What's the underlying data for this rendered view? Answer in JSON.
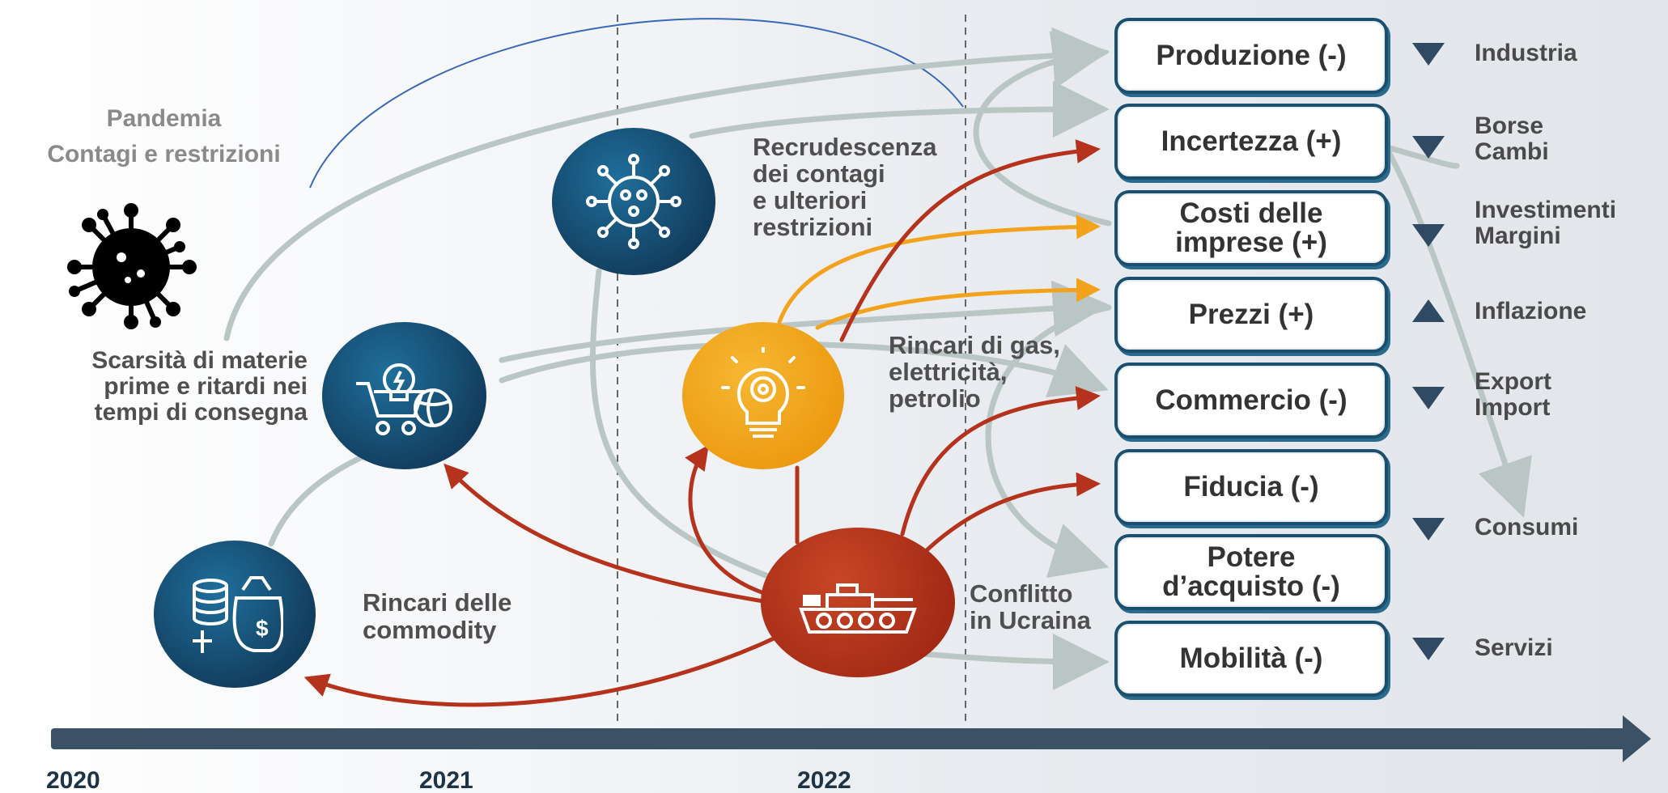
{
  "labels": {
    "pandemia": "Pandemia\nContagi e restrizioni",
    "scarsita": "Scarsità di materie\nprime e ritardi nei\ntempi di consegna",
    "rincari_commodity": "Rincari delle\ncommodity",
    "recrudescenza": "Recrudescenza\ndei contagi\ne ulteriori\nrestrizioni",
    "rincari_gas": "Rincari di gas,\nelettricità,\npetrolio",
    "conflitto": "Conflitto\nin Ucraina"
  },
  "outcomes": [
    {
      "label": "Produzione (-)",
      "arrow": "down",
      "effect": "Industria"
    },
    {
      "label": "Incertezza (+)",
      "arrow": "down",
      "effect": "Borse\nCambi"
    },
    {
      "label": "Costi delle\nimprese (+)",
      "arrow": "down",
      "effect": "Investimenti\nMargini"
    },
    {
      "label": "Prezzi (+)",
      "arrow": "up",
      "effect": "Inflazione"
    },
    {
      "label": "Commercio (-)",
      "arrow": "down",
      "effect": "Export\nImport"
    },
    {
      "label": "Fiducia (-)",
      "arrow": "",
      "effect": ""
    },
    {
      "label": "Potere\nd’acquisto (-)",
      "arrow": "down",
      "effect": "Consumi"
    },
    {
      "label": "Mobilità (-)",
      "arrow": "down",
      "effect": "Servizi"
    }
  ],
  "timeline": {
    "years": [
      "2020",
      "2021",
      "2022"
    ]
  },
  "colors": {
    "dark_blue": "#1b4f6e",
    "orange": "#f2a31b",
    "red": "#b5321c",
    "grey_arrow": "#b9c6c4",
    "timeline": "#3b5166"
  },
  "icons": {
    "virus": "virus-icon",
    "commodity": "commodity-bags-icon",
    "cart": "shopping-cart-globe-icon",
    "covid": "coronavirus-icon",
    "bulb": "lightbulb-gear-icon",
    "tank": "tank-icon"
  }
}
